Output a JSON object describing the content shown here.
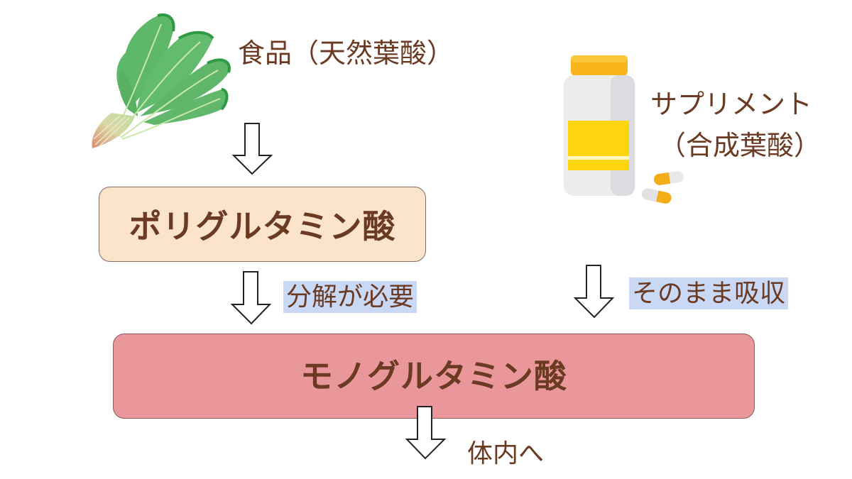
{
  "food": {
    "label": "食品（天然葉酸）",
    "icon": "spinach-icon"
  },
  "supplement": {
    "line1": "サプリメント",
    "line2": "（合成葉酸）",
    "icon": "supplement-bottle-icon"
  },
  "polyglutamate": {
    "label": "ポリグルタミン酸",
    "fill_color": "#fce3cc"
  },
  "monoglutamate": {
    "label": "モノグルタミン酸",
    "fill_color": "#e9979a"
  },
  "notes": {
    "breakdown": "分解が必要",
    "direct": "そのまま吸収",
    "highlight_color": "#c9d8f5"
  },
  "final": {
    "label": "体内へ"
  },
  "colors": {
    "text": "#6b3a22",
    "arrow_stroke": "#222222"
  }
}
